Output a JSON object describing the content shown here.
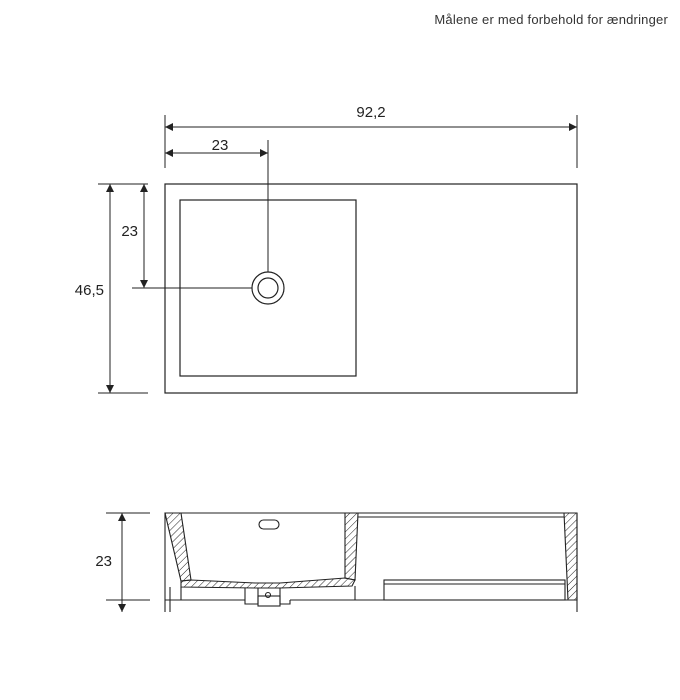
{
  "header": {
    "note": "Målene er med forbehold for ændringer"
  },
  "dimensions": {
    "total_width": "92,2",
    "drain_offset_x": "23",
    "drain_offset_y": "23",
    "total_depth": "46,5",
    "height": "23"
  },
  "colors": {
    "line": "#222222",
    "background": "#ffffff"
  }
}
